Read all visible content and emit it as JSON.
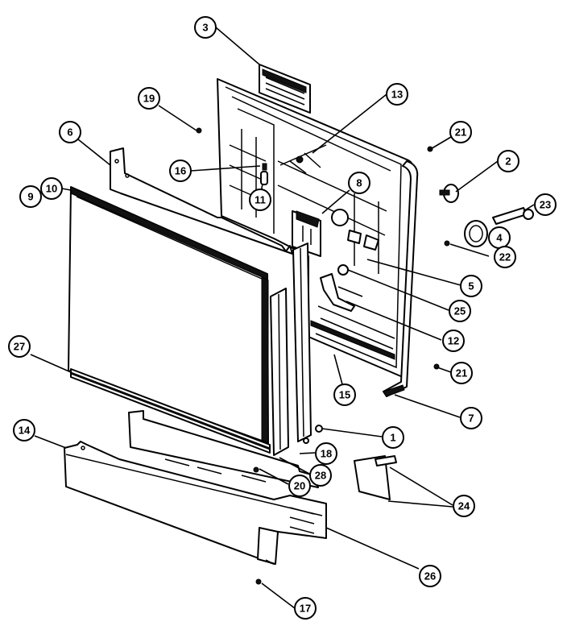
{
  "callouts": [
    {
      "label": "3"
    },
    {
      "label": "19"
    },
    {
      "label": "13"
    },
    {
      "label": "21"
    },
    {
      "label": "6"
    },
    {
      "label": "16"
    },
    {
      "label": "2"
    },
    {
      "label": "8"
    },
    {
      "label": "10"
    },
    {
      "label": "9"
    },
    {
      "label": "11"
    },
    {
      "label": "23"
    },
    {
      "label": "4"
    },
    {
      "label": "22"
    },
    {
      "label": "5"
    },
    {
      "label": "25"
    },
    {
      "label": "12"
    },
    {
      "label": "27"
    },
    {
      "label": "21"
    },
    {
      "label": "15"
    },
    {
      "label": "7"
    },
    {
      "label": "14"
    },
    {
      "label": "1"
    },
    {
      "label": "18"
    },
    {
      "label": "28"
    },
    {
      "label": "20"
    },
    {
      "label": "24"
    },
    {
      "label": "26"
    },
    {
      "label": "17"
    }
  ]
}
